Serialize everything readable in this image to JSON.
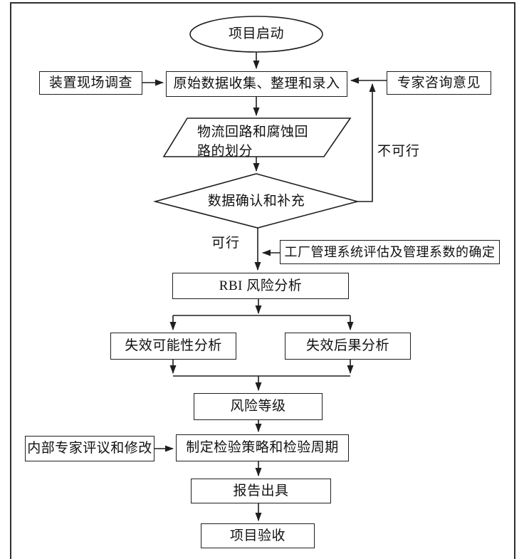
{
  "diagram": {
    "title_hint": "RBI 检验流程图",
    "nodes": {
      "start": {
        "label": "项目启动",
        "shape": "ellipse"
      },
      "site_survey": {
        "label": "装置现场调查",
        "shape": "rect"
      },
      "data_collection": {
        "label": "原始数据收集、整理和录入",
        "shape": "rect"
      },
      "expert_consult": {
        "label": "专家咨询意见",
        "shape": "rect"
      },
      "loop_division": {
        "label": "物流回路和腐蚀回路的划分",
        "shape": "parallelogram"
      },
      "data_confirm": {
        "label": "数据确认和补充",
        "shape": "diamond"
      },
      "mgmt_system": {
        "label": "工厂管理系统评估及管理系数的确定",
        "shape": "rect"
      },
      "rbi_analysis": {
        "label": "RBI 风险分析",
        "shape": "rect"
      },
      "failure_probability": {
        "label": "失效可能性分析",
        "shape": "rect"
      },
      "failure_consequence": {
        "label": "失效后果分析",
        "shape": "rect"
      },
      "risk_level": {
        "label": "风险等级",
        "shape": "rect"
      },
      "internal_review": {
        "label": "内部专家评议和修改",
        "shape": "rect"
      },
      "inspection_plan": {
        "label": "制定检验策略和检验周期",
        "shape": "rect"
      },
      "report": {
        "label": "报告出具",
        "shape": "rect"
      },
      "acceptance": {
        "label": "项目验收",
        "shape": "rect"
      }
    },
    "edge_labels": {
      "infeasible": "不可行",
      "feasible": "可行"
    },
    "colors": {
      "line": "#1f1f1f",
      "text": "#111111",
      "frame": "#2f2f2f",
      "background": "#ffffff"
    }
  }
}
